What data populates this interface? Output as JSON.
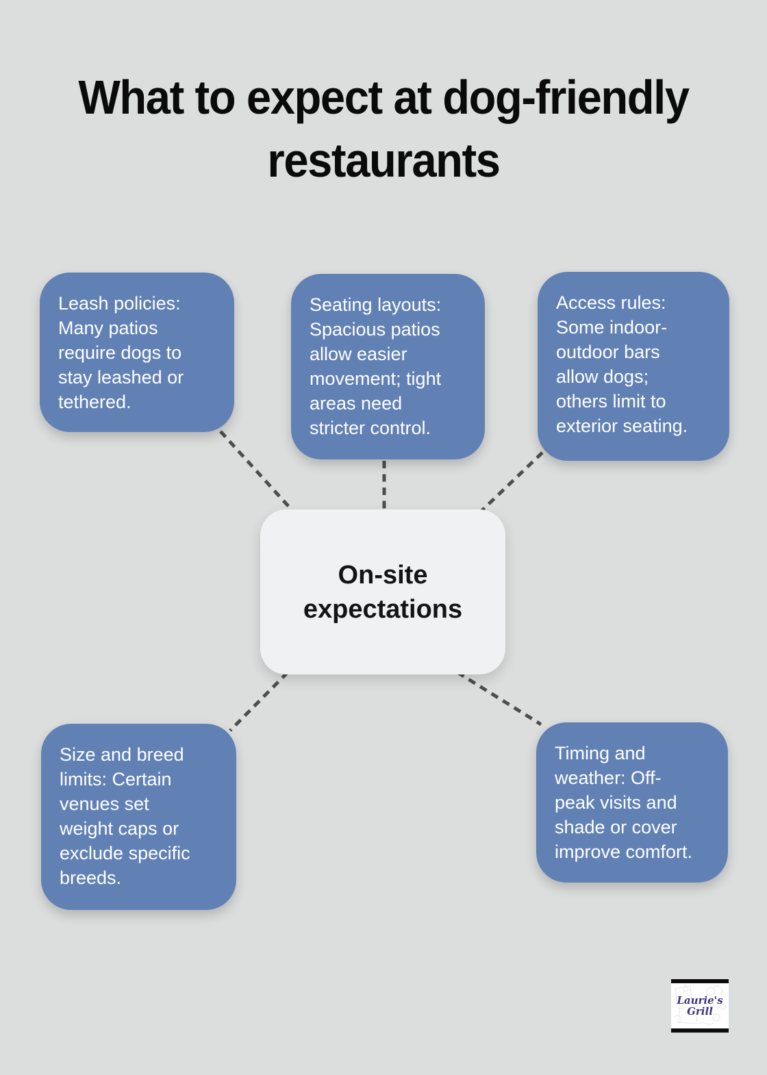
{
  "title": {
    "line1": "What to expect at dog-friendly",
    "line2": "restaurants"
  },
  "center_node": {
    "label": "On-site expectations"
  },
  "nodes": [
    {
      "id": "leash-policies",
      "text": "Leash policies: Many patios require dogs to stay leashed or tethered."
    },
    {
      "id": "seating-layouts",
      "text": "Seating layouts: Spacious patios allow easier movement; tight areas need stricter control."
    },
    {
      "id": "access-rules",
      "text": "Access rules: Some indoor-outdoor bars allow dogs; others limit to exterior seating."
    },
    {
      "id": "size-breed-limits",
      "text": "Size and breed limits: Certain venues set weight caps or exclude specific breeds."
    },
    {
      "id": "timing-weather",
      "text": "Timing and weather: Off-peak visits and shade or cover improve comfort."
    }
  ],
  "logo": {
    "line1": "Laurie's",
    "line2": "Grill"
  },
  "colors": {
    "background": "#dcdddd",
    "branch_node_fill": "#6181b5",
    "branch_node_text": "#ffffff",
    "center_node_fill": "#f0f1f2",
    "center_node_text": "#141414",
    "connector": "#4d4d4d",
    "title_text": "#0a0a0a",
    "logo_text": "#3e327d",
    "logo_border": "#0c0c0c"
  }
}
